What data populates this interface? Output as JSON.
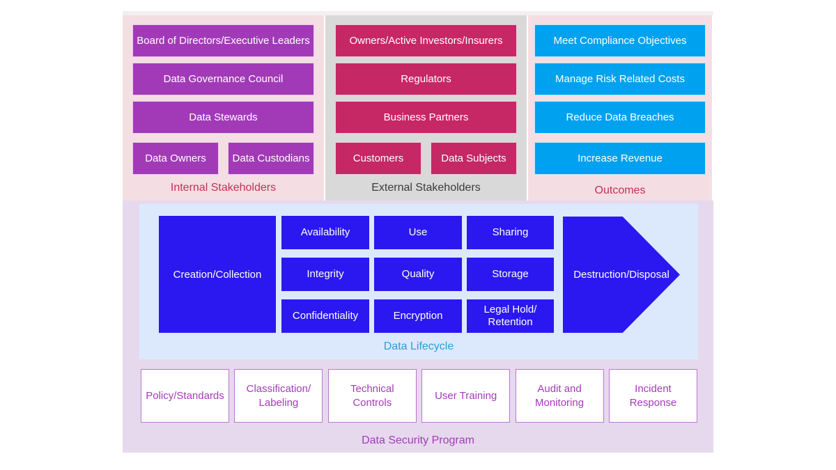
{
  "colors": {
    "purple-box": "#a23ab8",
    "crimson-box": "#c62765",
    "blue-box": "#00a2ef",
    "deep-blue-box": "#2b18f0",
    "pink-panel": "#f4dee3",
    "gray-panel": "#d9d9d9",
    "lavender-panel": "#e6d9ed",
    "lightblue-panel": "#dce9fc",
    "crimson-label": "#c23156",
    "dark-label": "#3a3a3a",
    "cyan-label": "#2e9bd8",
    "purple-label": "#a43ab8",
    "program-box-border": "#bb76cc",
    "box-text": "#ffffff"
  },
  "internal": {
    "label": "Internal Stakeholders",
    "items": [
      "Board of Directors/Executive Leaders",
      "Data Governance Council",
      "Data Stewards"
    ],
    "pair": [
      "Data Owners",
      "Data Custodians"
    ]
  },
  "external": {
    "label": "External Stakeholders",
    "items": [
      "Owners/Active Investors/Insurers",
      "Regulators",
      "Business Partners"
    ],
    "pair": [
      "Customers",
      "Data Subjects"
    ]
  },
  "outcomes": {
    "label": "Outcomes",
    "items": [
      "Meet Compliance Objectives",
      "Manage Risk Related Costs",
      "Reduce Data Breaches",
      "Increase Revenue"
    ]
  },
  "lifecycle": {
    "label": "Data Lifecycle",
    "start": "Creation/Collection",
    "grid": [
      "Availability",
      "Use",
      "Sharing",
      "Integrity",
      "Quality",
      "Storage",
      "Confidentiality",
      "Encryption",
      "Legal Hold/ Retention"
    ],
    "end": "Destruction/Disposal"
  },
  "program": {
    "label": "Data Security Program",
    "items": [
      "Policy/Standards",
      "Classification/ Labeling",
      "Technical Controls",
      "User Training",
      "Audit and Monitoring",
      "Incident Response"
    ]
  }
}
